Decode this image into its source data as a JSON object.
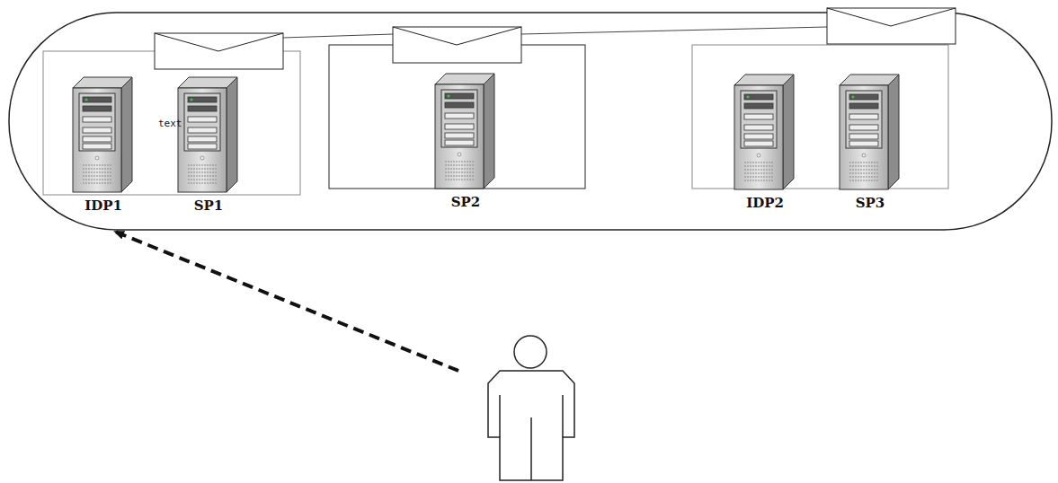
{
  "diagram": {
    "nodes": [
      {
        "text": [
          "IDP1"
        ]
      },
      {
        "text": [
          "SP1"
        ]
      },
      {
        "text": [
          "SP2"
        ]
      },
      {
        "text": [
          "IDP2"
        ]
      },
      {
        "text": [
          "SP3"
        ]
      }
    ],
    "labels": [
      "text"
    ]
  }
}
